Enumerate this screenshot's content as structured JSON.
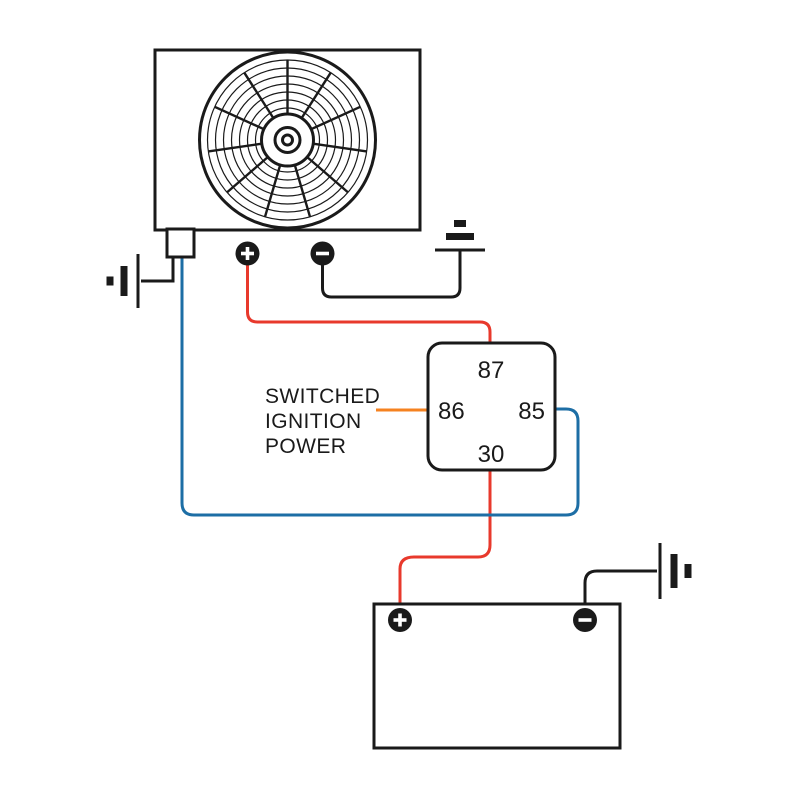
{
  "diagram": {
    "ignition_label": {
      "line1": "SWITCHED",
      "line2": "IGNITION",
      "line3": "POWER"
    },
    "relay": {
      "pin_top": "87",
      "pin_left": "86",
      "pin_right": "85",
      "pin_bottom": "30"
    },
    "icons": {
      "positive_terminal": "+",
      "negative_terminal": "-",
      "ground": "earth-ground-symbol"
    },
    "colors": {
      "wire_red": "#e8392c",
      "wire_blue": "#1d6ea5",
      "wire_orange": "#f58220",
      "ink": "#1a1a1a",
      "background": "#ffffff"
    }
  }
}
